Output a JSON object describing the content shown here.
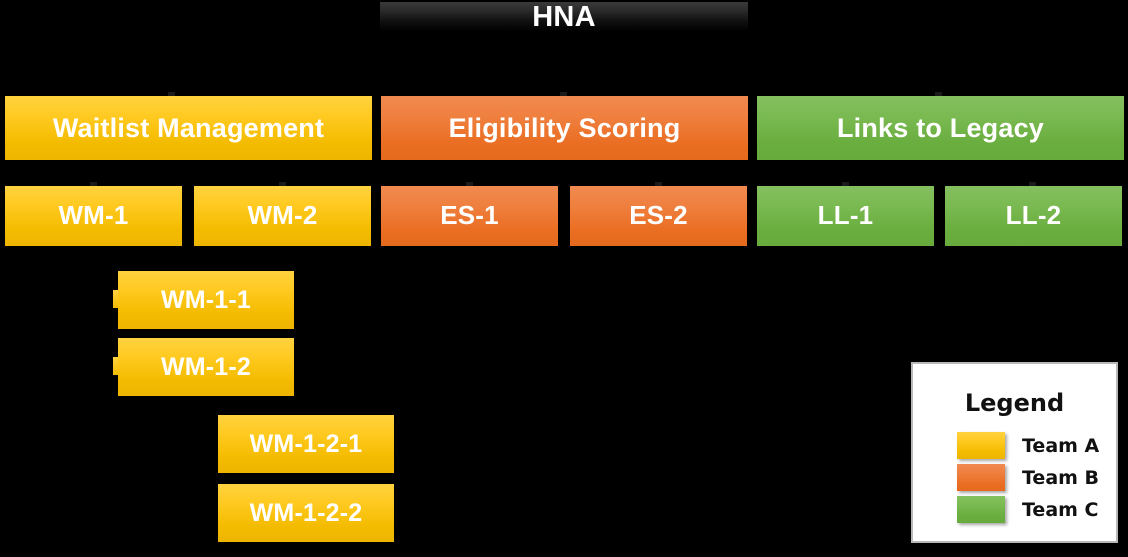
{
  "diagram": {
    "type": "hierarchy-tree",
    "background_color": "#000000",
    "root": {
      "label": "HNA",
      "team": "root",
      "color": "#1a1a1a"
    },
    "levels": [
      {
        "level": 1,
        "nodes": [
          {
            "label": "Waitlist Management",
            "team": "Team A",
            "color": "#ffc91f"
          },
          {
            "label": "Eligibility Scoring",
            "team": "Team B",
            "color": "#ef7f3e"
          },
          {
            "label": "Links to Legacy",
            "team": "Team C",
            "color": "#79b950"
          }
        ]
      },
      {
        "level": 2,
        "nodes": [
          {
            "label": "WM-1",
            "team": "Team A",
            "color": "#ffc91f",
            "parent": "Waitlist Management"
          },
          {
            "label": "WM-2",
            "team": "Team A",
            "color": "#ffc91f",
            "parent": "Waitlist Management"
          },
          {
            "label": "ES-1",
            "team": "Team B",
            "color": "#ef7f3e",
            "parent": "Eligibility Scoring"
          },
          {
            "label": "ES-2",
            "team": "Team B",
            "color": "#ef7f3e",
            "parent": "Eligibility Scoring"
          },
          {
            "label": "LL-1",
            "team": "Team C",
            "color": "#79b950",
            "parent": "Links to Legacy"
          },
          {
            "label": "LL-2",
            "team": "Team C",
            "color": "#79b950",
            "parent": "Links to Legacy"
          }
        ]
      },
      {
        "level": 3,
        "nodes": [
          {
            "label": "WM-1-1",
            "team": "Team A",
            "color": "#ffc91f",
            "parent": "WM-1"
          },
          {
            "label": "WM-1-2",
            "team": "Team A",
            "color": "#ffc91f",
            "parent": "WM-1"
          }
        ]
      },
      {
        "level": 4,
        "nodes": [
          {
            "label": "WM-1-2-1",
            "team": "Team A",
            "color": "#ffc91f",
            "parent": "WM-1-2"
          },
          {
            "label": "WM-1-2-2",
            "team": "Team A",
            "color": "#ffc91f",
            "parent": "WM-1-2"
          }
        ]
      }
    ]
  },
  "legend": {
    "title": "Legend",
    "items": [
      {
        "label": "Team A",
        "color": "#ffc91f"
      },
      {
        "label": "Team B",
        "color": "#ef7f3e"
      },
      {
        "label": "Team C",
        "color": "#79b950"
      }
    ]
  }
}
